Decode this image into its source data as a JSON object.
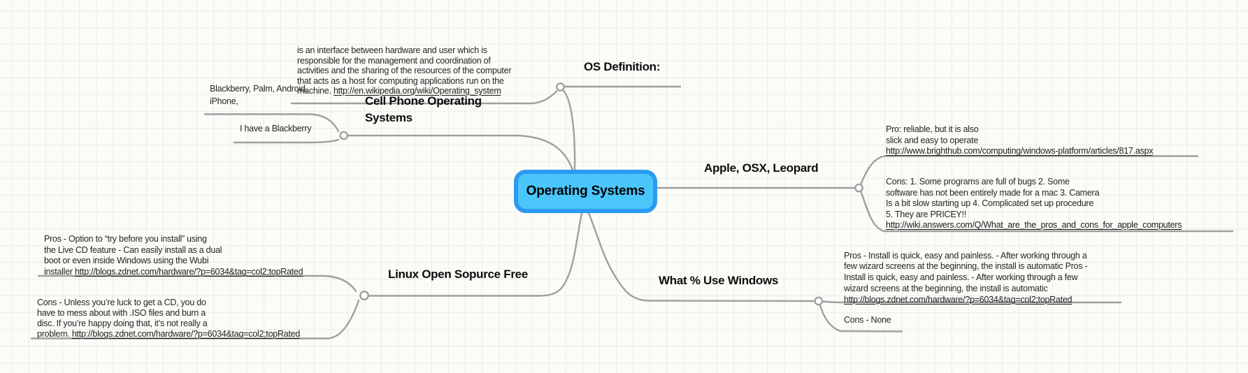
{
  "canvas": {
    "accent_border": "#2b9af3",
    "accent_fill": "#4ac6fb",
    "wire_color": "#9f9f9f",
    "grid_color": "#e9efe2"
  },
  "central": {
    "label": "Operating Systems"
  },
  "branches": {
    "os_definition": {
      "label": "OS Definition:",
      "note_text": "is an interface between hardware and user which is\nresponsible for the management and coordination of\nactivities and the sharing of the resources of the computer\nthat acts as a host for computing applications run on the\nmachine. ",
      "note_link": "http://en.wikipedia.org/wiki/Operating_system"
    },
    "cell_phone": {
      "label": "Cell Phone Operating\nSystems",
      "child_devices": "Blackberry, Palm, Android,\niPhone,",
      "child_blackberry": "I have a Blackberry"
    },
    "apple": {
      "label": "Apple, OSX, Leopard",
      "pro_text": "Pro: reliable, but it is also\nslick and easy to operate\n",
      "pro_link": "http://www.brighthub.com/computing/windows-platform/articles/817.aspx",
      "cons_text": "Cons: 1. Some programs are full of bugs 2. Some\nsoftware has not been entirely made for a mac 3. Camera\nIs a bit slow starting up 4. Complicated set up procedure\n5. They are PRICEY!!\n",
      "cons_link": "http://wiki.answers.com/Q/What_are_the_pros_and_cons_for_apple_computers"
    },
    "linux": {
      "label": "Linux Open Sopurce Free",
      "pros_text": "Pros - Option to “try before you install” using\nthe Live CD feature - Can easily install as a dual\nboot or even inside Windows using the Wubi\ninstaller  ",
      "pros_link": "http://blogs.zdnet.com/hardware/?p=6034&tag=col2;topRated",
      "cons_text": "Cons - Unless you’re luck to get a CD, you do\nhave to mess about with .ISO files and burn a\ndisc. If you’re happy doing that, it’s not really a\nproblem.  ",
      "cons_link": "http://blogs.zdnet.com/hardware/?p=6034&tag=col2;topRated"
    },
    "windows": {
      "label": "What % Use Windows",
      "pros_text": "Pros - Install is quick, easy and painless. - After working through a\nfew wizard screens at the beginning, the install is automatic  Pros -\nInstall is quick, easy and painless. - After working through a few\nwizard screens at the beginning, the install is automatic\n",
      "pros_link": "http://blogs.zdnet.com/hardware/?p=6034&tag=col2;topRated",
      "cons_text": "Cons - None"
    }
  }
}
